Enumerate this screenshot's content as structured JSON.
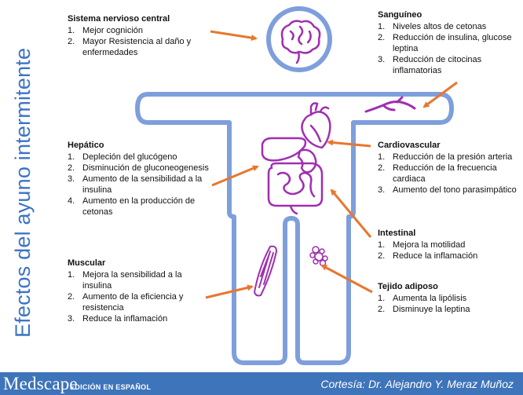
{
  "title": "Efectos del ayuno intermitente",
  "sections": {
    "snc": {
      "heading": "Sistema nervioso central",
      "items": [
        "Mejor cognición",
        "Mayor Resistencia al daño y enfermedades"
      ]
    },
    "sanguineo": {
      "heading": "Sanguíneo",
      "items": [
        "Niveles altos de cetonas",
        "Reducción de insulina, glucose leptina",
        "Reducción de citocinas inflamatorias"
      ]
    },
    "hepatico": {
      "heading": "Hepático",
      "items": [
        "Depleción del glucógeno",
        "Disminución de gluconeogenesis",
        "Aumento de la sensibilidad a la insulina",
        "Aumento en la producción de cetonas"
      ]
    },
    "cardio": {
      "heading": "Cardiovascular",
      "items": [
        "Reducción de la presión arteria",
        "Reducción de la frecuencia cardiaca",
        "Aumento del tono parasimpático"
      ]
    },
    "intestinal": {
      "heading": "Intestinal",
      "items": [
        "Mejora la motilidad",
        "Reduce la inflamación"
      ]
    },
    "muscular": {
      "heading": "Muscular",
      "items": [
        "Mejora la sensibilidad a la insulina",
        "Aumento de la eficiencia y resistencia",
        "Reduce la inflamación"
      ]
    },
    "adiposo": {
      "heading": "Tejido adiposo",
      "items": [
        "Aumenta la lipólisis",
        "Disminuye la leptina"
      ]
    }
  },
  "footer": {
    "brand": "Medscape",
    "brand_sub": "EDICIÓN EN ESPAÑOL",
    "credit": "Cortesía: Dr. Alejandro Y. Meraz Muñoz"
  },
  "colors": {
    "body_outline": "#7e9fdc",
    "organ": "#a02fb0",
    "arrow": "#e8772e",
    "title": "#3c73c6",
    "footer_bg": "#3e74b9"
  },
  "icons": [
    "brain-icon",
    "heart-icon",
    "liver-icon",
    "stomach-icon",
    "intestine-icon",
    "blood-vessel-icon",
    "muscle-icon",
    "fat-cells-icon"
  ]
}
